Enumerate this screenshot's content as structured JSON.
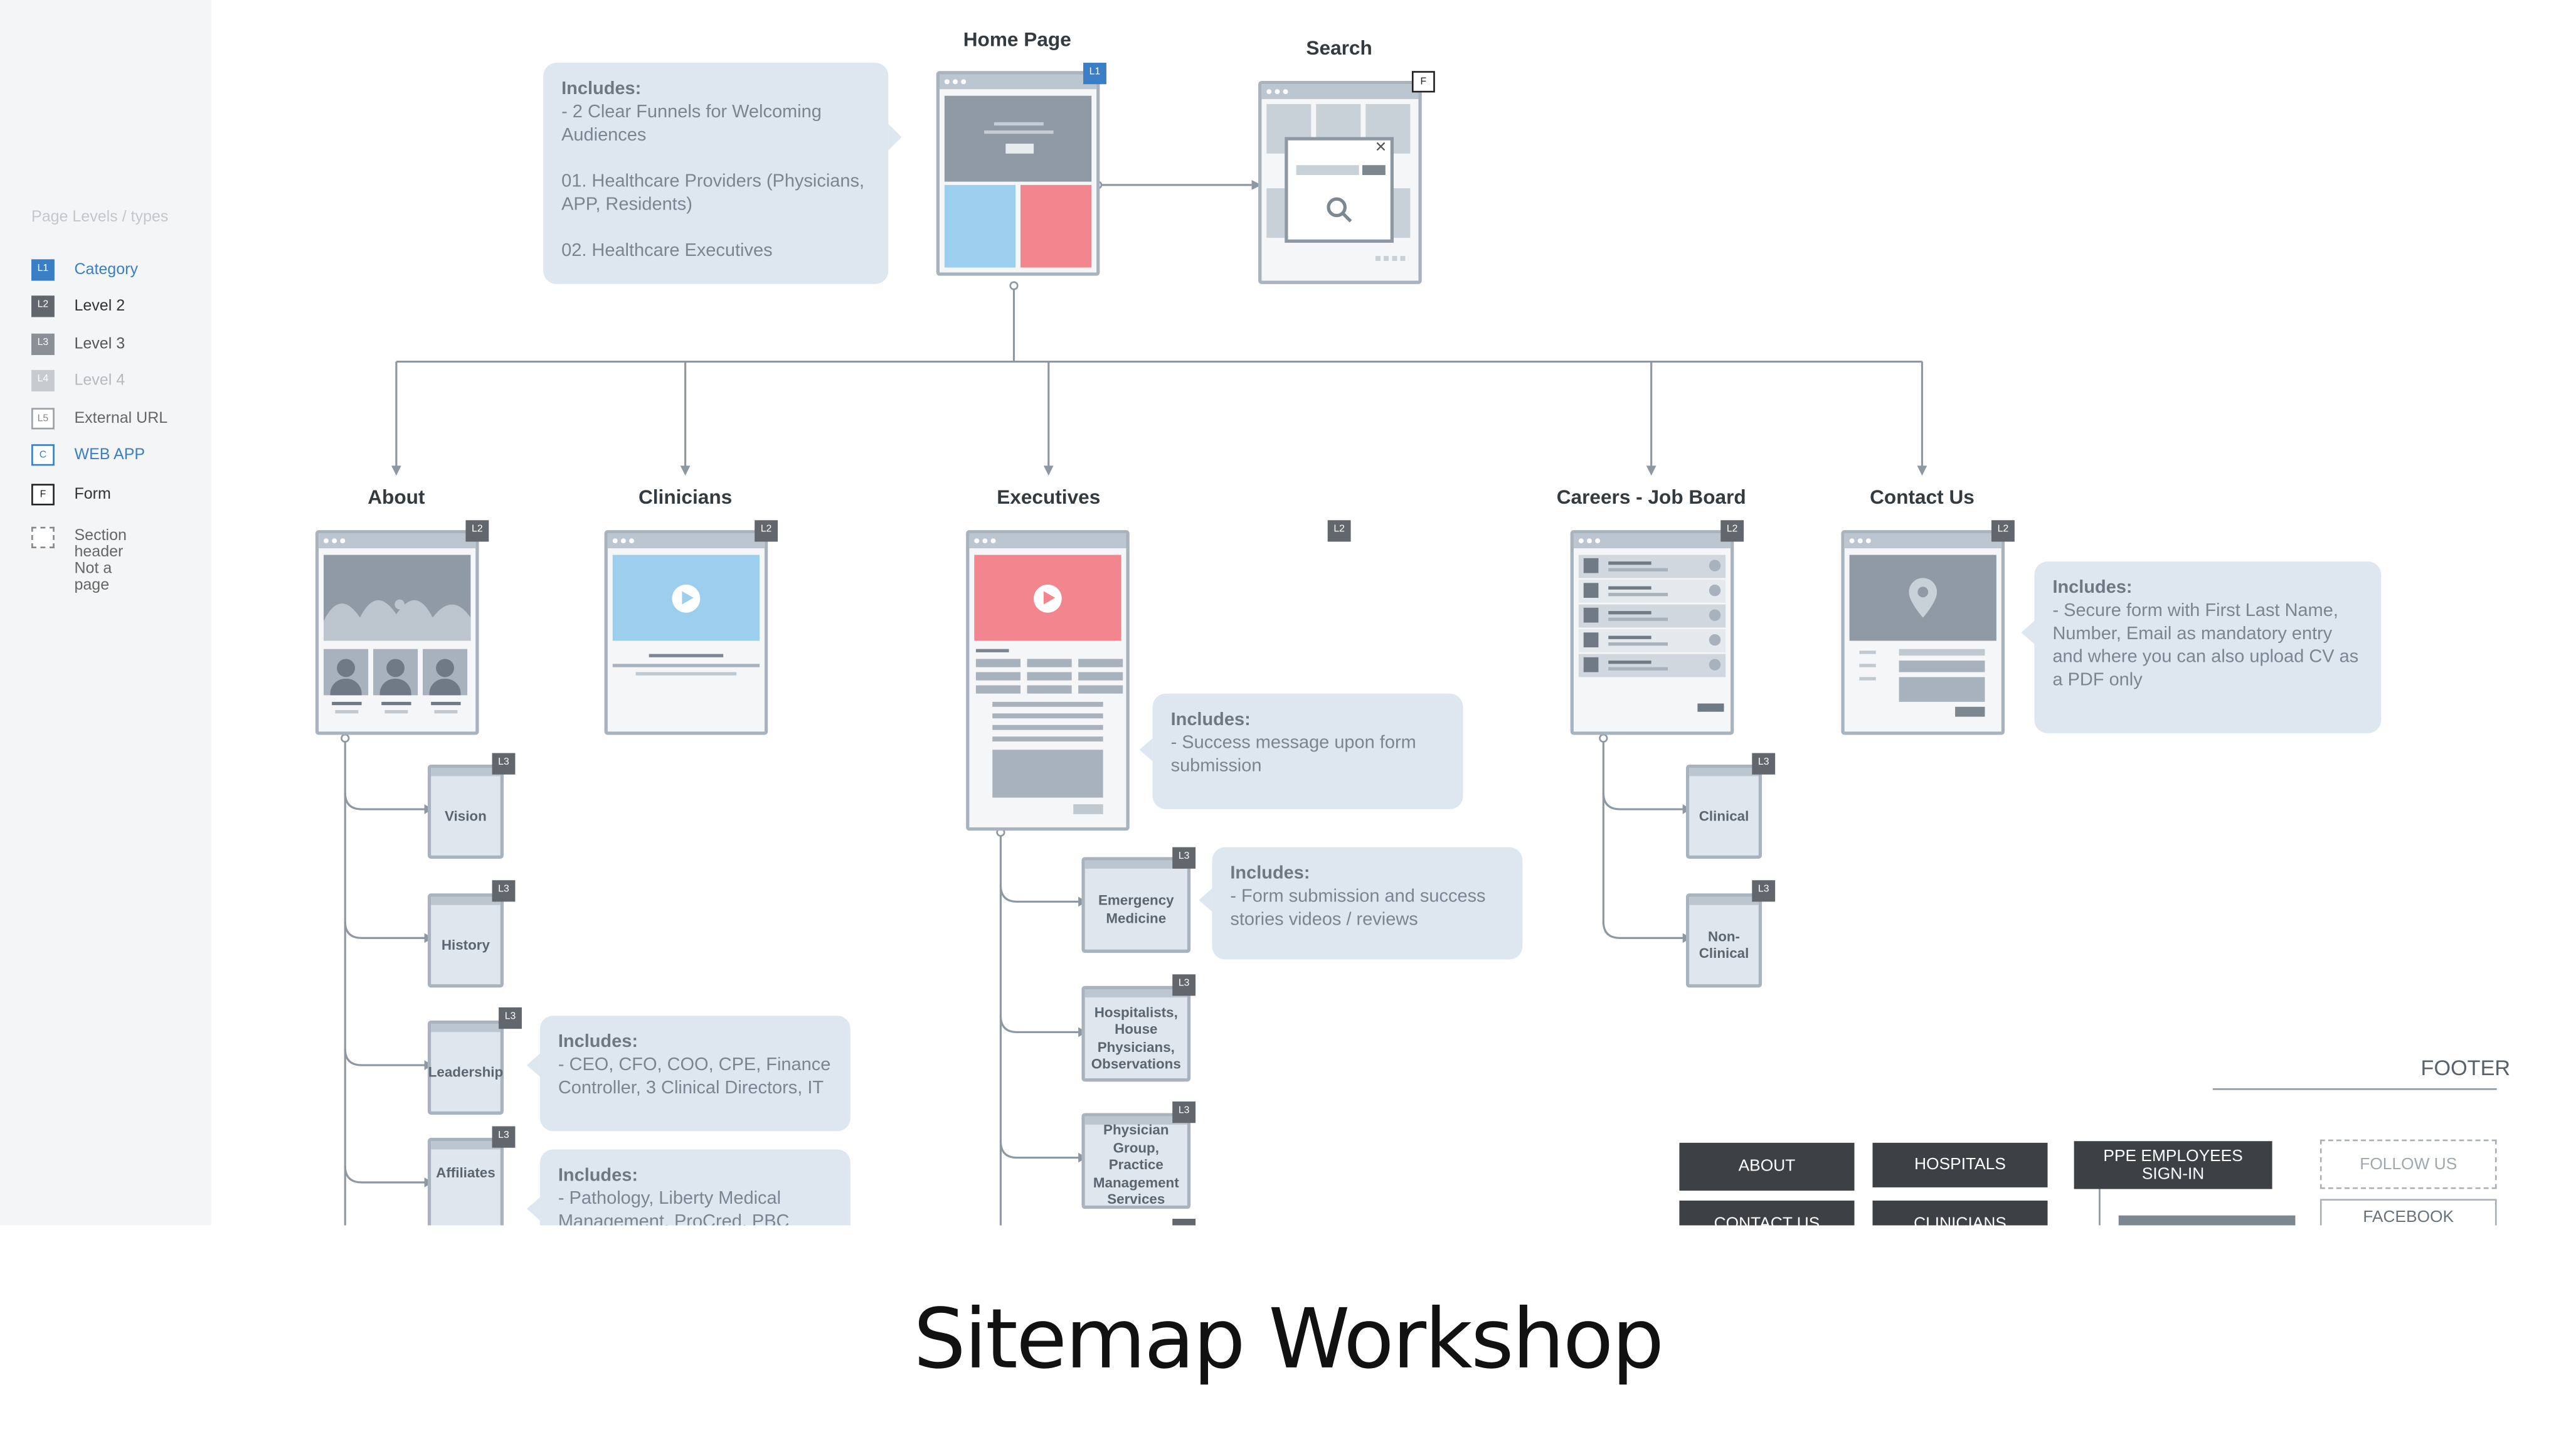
{
  "title": "Sitemap Workshop",
  "legend": {
    "title": "Page Levels / types",
    "items": [
      {
        "code": "L1",
        "label": "Category",
        "style": "l1"
      },
      {
        "code": "L2",
        "label": "Level 2",
        "style": "l2"
      },
      {
        "code": "L3",
        "label": "Level 3",
        "style": "l3"
      },
      {
        "code": "L4",
        "label": "Level 4",
        "style": "l4"
      },
      {
        "code": "L5",
        "label": "External URL",
        "style": "l5"
      },
      {
        "code": "C",
        "label": "WEB APP",
        "style": "c"
      },
      {
        "code": "F",
        "label": "Form",
        "style": "f"
      },
      {
        "code": "",
        "label": "Section header\nNot a page",
        "style": "sec"
      }
    ]
  },
  "pages": {
    "home": {
      "label": "Home Page",
      "tag": "L1"
    },
    "search": {
      "label": "Search",
      "tag": "F"
    },
    "about": {
      "label": "About",
      "tag": "L2"
    },
    "clinicians": {
      "label": "Clinicians",
      "tag": "L2"
    },
    "executives": {
      "label": "Executives",
      "tag": "L2"
    },
    "careers": {
      "label": "Careers - Job Board",
      "tag": "L2"
    },
    "contact": {
      "label": "Contact Us",
      "tag": "L2"
    }
  },
  "subpages": {
    "vision": {
      "label": "Vision",
      "tag": "L3"
    },
    "history": {
      "label": "History",
      "tag": "L3"
    },
    "leadership": {
      "label": "Leadership",
      "tag": "L3"
    },
    "affiliates": {
      "label": "Affiliates",
      "tag": "L3"
    },
    "emergency": {
      "label": "Emergency Medicine",
      "tag": "L3"
    },
    "hospitalists": {
      "label": "Hospitalists, House Physicians, Observations",
      "tag": "L3"
    },
    "physician_group": {
      "label": "Physician Group, Practice Management Services",
      "tag": "L3"
    },
    "clinical": {
      "label": "Clinical",
      "tag": "L3"
    },
    "non_clinical": {
      "label": "Non-Clinical",
      "tag": "L3"
    }
  },
  "notes": {
    "home": {
      "heading": "Includes:",
      "body": "- 2 Clear Funnels for Welcoming Audiences\n\n01. Healthcare Providers (Physicians, APP, Residents)\n\n02. Healthcare Executives"
    },
    "executives": {
      "heading": "Includes:",
      "body": "- Success message upon form submission"
    },
    "emergency": {
      "heading": "Includes:",
      "body": "- Form submission and success stories videos / reviews"
    },
    "contact": {
      "heading": "Includes:",
      "body": "- Secure form with First Last Name, Number, Email as mandatory entry and where you can also upload CV as a PDF only"
    },
    "leadership": {
      "heading": "Includes:",
      "body": "- CEO, CFO, COO, CPE, Finance Controller, 3 Clinical Directors, IT"
    },
    "affiliates": {
      "heading": "Includes:",
      "body": "- Pathology, Liberty Medical Management, ProCred, PBC"
    }
  },
  "footer": {
    "label": "FOOTER",
    "buttons": [
      "ABOUT",
      "HOSPITALS",
      "PPE EMPLOYEES\nSIGN-IN",
      "CONTACT US",
      "CLINICIANS"
    ],
    "follow": "FOLLOW US",
    "facebook": "FACEBOOK"
  },
  "colors": {
    "category": "#3a7ec5",
    "level_tag": "#61676d",
    "page_border": "#a9b3bd",
    "note_bg": "#dee7f0",
    "hero_blue": "#9ccfee",
    "hero_pink": "#f3858f",
    "hero_gray": "#8f9aa5",
    "footer_button": "#3d4044"
  },
  "icons": [
    "video-play-icon",
    "search-icon",
    "location-pin-icon",
    "close-icon",
    "avatar-icon",
    "mountain-image-icon"
  ]
}
